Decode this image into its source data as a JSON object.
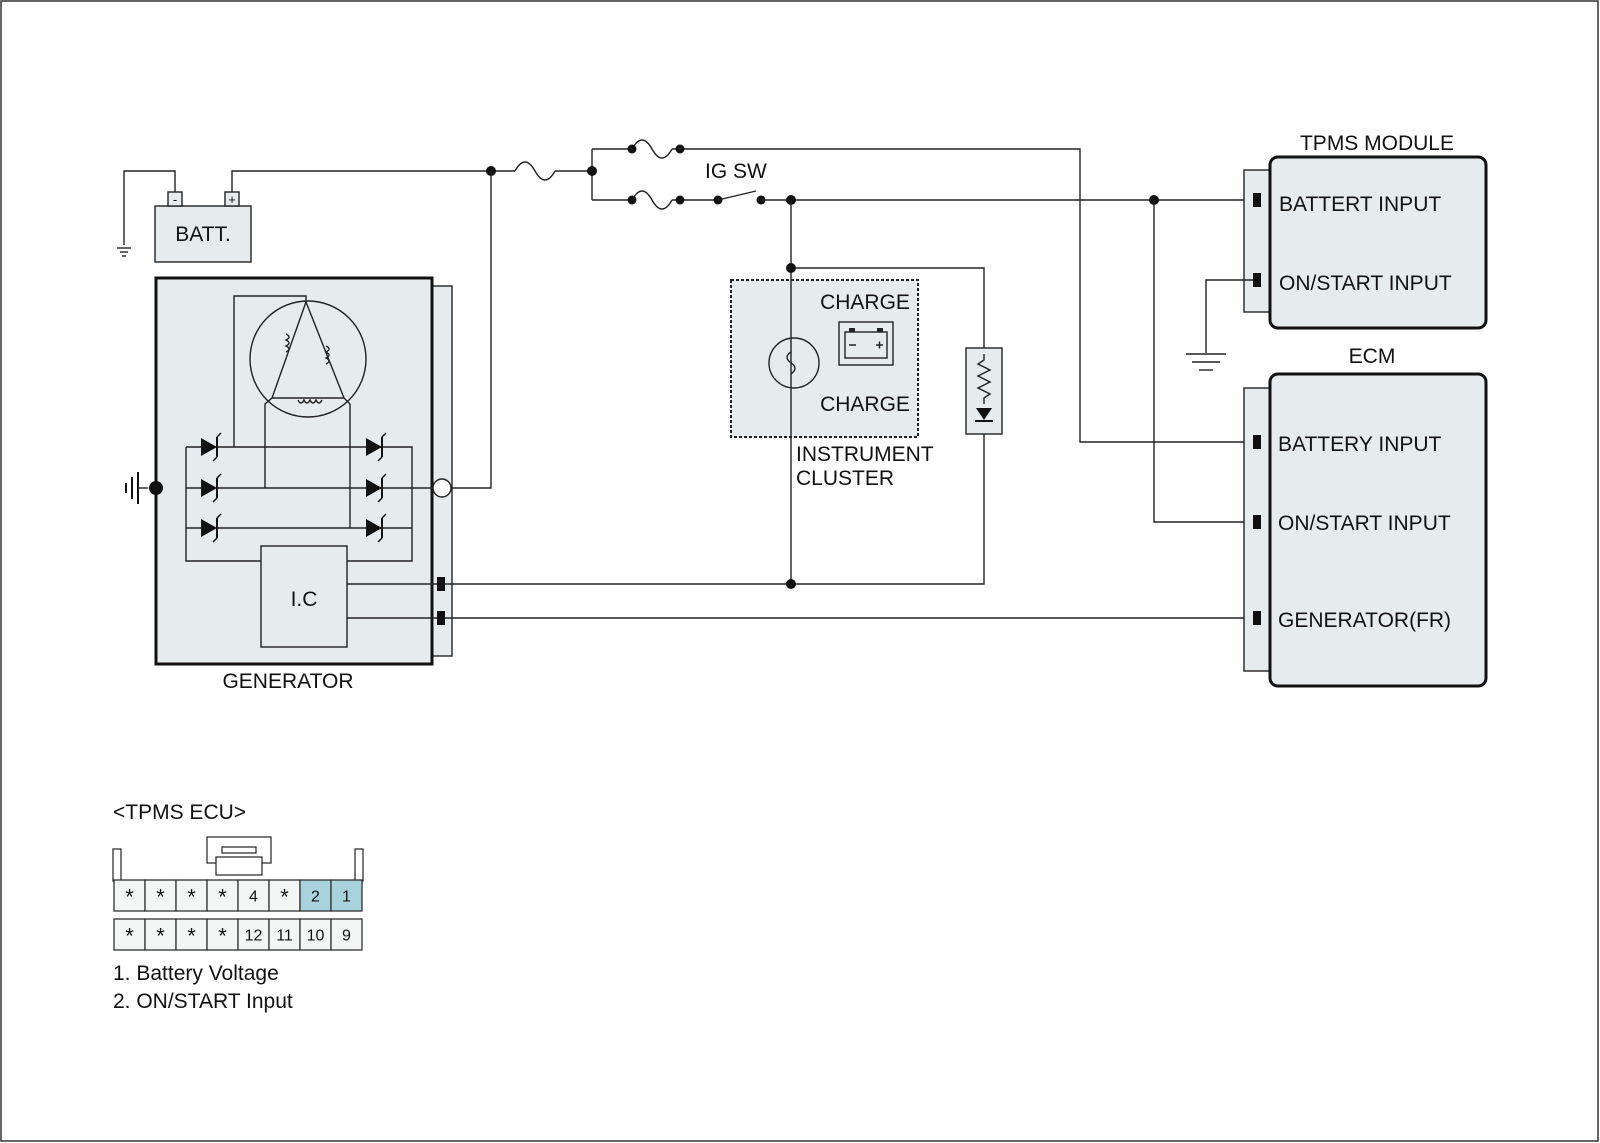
{
  "labels": {
    "battery": "BATT.",
    "battery_minus": "-",
    "battery_plus": "+",
    "ig_sw": "IG SW",
    "generator": "GENERATOR",
    "ic": "I.C",
    "charge_top": "CHARGE",
    "charge_bottom": "CHARGE",
    "cluster_line1": "INSTRUMENT",
    "cluster_line2": "CLUSTER",
    "tpms_title": "TPMS MODULE",
    "tpms_battery_input": "BATTERT INPUT",
    "tpms_on_start_input": "ON/START INPUT",
    "ecm_title": "ECM",
    "ecm_battery_input": "BATTERY INPUT",
    "ecm_on_start_input": "ON/START INPUT",
    "ecm_generator_fr": "GENERATOR(FR)"
  },
  "connector": {
    "title": "<TPMS ECU>",
    "top_row": [
      "*",
      "*",
      "*",
      "*",
      "4",
      "*",
      "2",
      "1"
    ],
    "bottom_row": [
      "*",
      "*",
      "*",
      "*",
      "12",
      "11",
      "10",
      "9"
    ],
    "highlight_color": "#a9d3dc",
    "legend": [
      "1. Battery Voltage",
      "2. ON/START Input"
    ]
  }
}
